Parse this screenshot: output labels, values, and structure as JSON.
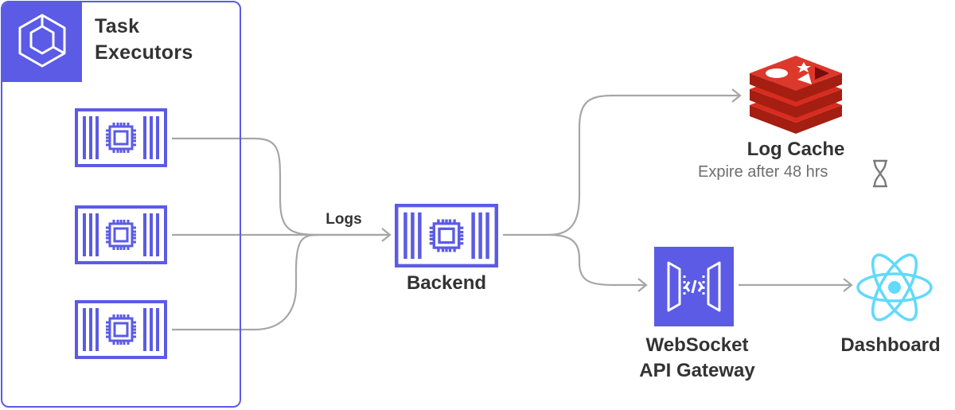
{
  "group": {
    "title_line1": "Task",
    "title_line2": "Executors",
    "icon": "ecs-cluster-icon"
  },
  "edges": {
    "logs_label": "Logs"
  },
  "nodes": {
    "executors": [
      {
        "icon": "ec2-instance-icon"
      },
      {
        "icon": "ec2-instance-icon"
      },
      {
        "icon": "ec2-instance-icon"
      }
    ],
    "backend": {
      "label": "Backend",
      "icon": "ec2-instance-icon"
    },
    "log_cache": {
      "label": "Log Cache",
      "sublabel": "Expire after 48 hrs",
      "icon": "redis-icon",
      "sub_icon": "hourglass-icon"
    },
    "gateway": {
      "label_line1": "WebSocket",
      "label_line2": "API Gateway",
      "icon": "api-gateway-icon"
    },
    "dashboard": {
      "label": "Dashboard",
      "icon": "react-icon"
    }
  },
  "colors": {
    "accent": "#5b5be6",
    "connector": "#a6a6a6",
    "text": "#333333",
    "redis": "#c6302b",
    "react": "#61dafb"
  }
}
